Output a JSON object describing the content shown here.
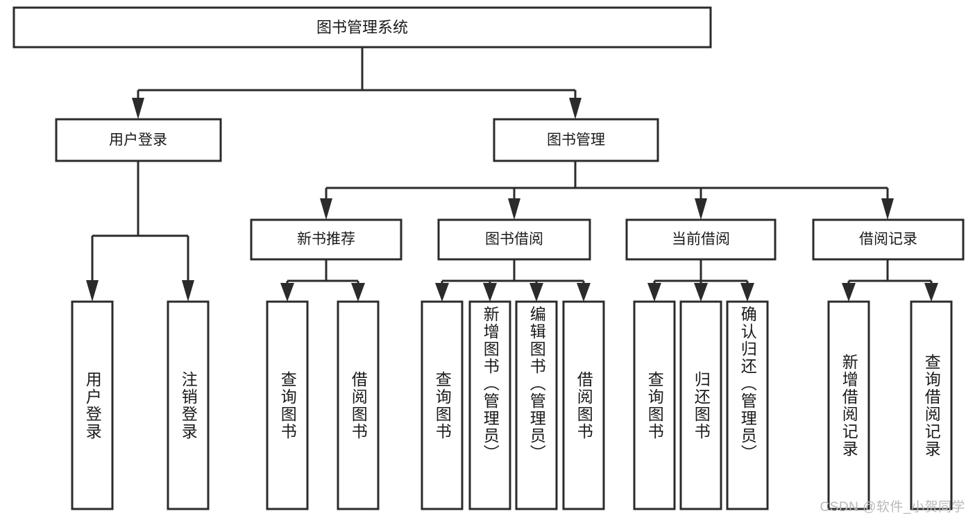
{
  "diagram": {
    "type": "tree-hierarchy",
    "title": "图书管理系统",
    "root": {
      "id": "root",
      "label": "图书管理系统"
    },
    "level2": [
      {
        "id": "user-login",
        "label": "用户登录"
      },
      {
        "id": "book-manage",
        "label": "图书管理"
      }
    ],
    "level3": [
      {
        "id": "new-book-recommend",
        "label": "新书推荐",
        "parent": "book-manage"
      },
      {
        "id": "book-borrow",
        "label": "图书借阅",
        "parent": "book-manage"
      },
      {
        "id": "current-borrow",
        "label": "当前借阅",
        "parent": "book-manage"
      },
      {
        "id": "borrow-record",
        "label": "借阅记录",
        "parent": "book-manage"
      }
    ],
    "leaves": [
      {
        "id": "leaf-user-login",
        "label": "用户登录",
        "parent": "user-login"
      },
      {
        "id": "leaf-logout-login",
        "label": "注销登录",
        "parent": "user-login"
      },
      {
        "id": "leaf-query-book-1",
        "label": "查询图书",
        "parent": "new-book-recommend"
      },
      {
        "id": "leaf-borrow-book-1",
        "label": "借阅图书",
        "parent": "new-book-recommend"
      },
      {
        "id": "leaf-query-book-2",
        "label": "查询图书",
        "parent": "book-borrow"
      },
      {
        "id": "leaf-add-book",
        "label": "新增图书（管理员）",
        "parent": "book-borrow"
      },
      {
        "id": "leaf-edit-book",
        "label": "编辑图书（管理员）",
        "parent": "book-borrow"
      },
      {
        "id": "leaf-borrow-book-2",
        "label": "借阅图书",
        "parent": "book-borrow"
      },
      {
        "id": "leaf-query-book-3",
        "label": "查询图书",
        "parent": "current-borrow"
      },
      {
        "id": "leaf-return-book",
        "label": "归还图书",
        "parent": "current-borrow"
      },
      {
        "id": "leaf-confirm-return",
        "label": "确认归还（管理员）",
        "parent": "current-borrow"
      },
      {
        "id": "leaf-add-record",
        "label": "新增借阅记录",
        "parent": "borrow-record"
      },
      {
        "id": "leaf-query-record",
        "label": "查询借阅记录",
        "parent": "borrow-record"
      }
    ],
    "colors": {
      "stroke": "#2b2b2b",
      "fill": "#ffffff",
      "text": "#1a1a1a",
      "watermark": "#b9b9b9",
      "background": "#ffffff"
    }
  },
  "watermark": {
    "text": "CSDN @软件_小贺同学"
  }
}
